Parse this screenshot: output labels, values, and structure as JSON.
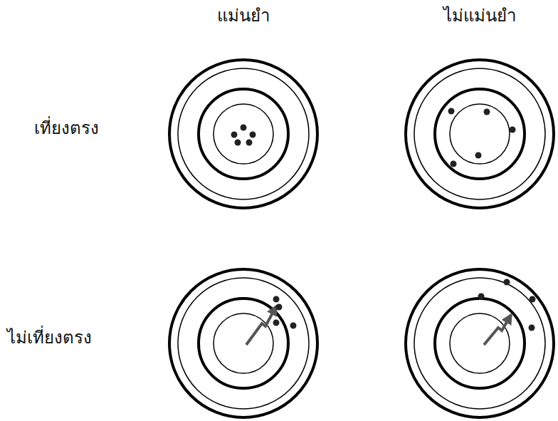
{
  "diagram": {
    "labels": [
      "แม่นยำ",
      "ไม่แม่นยำ",
      "เที่ยงตรง",
      "ไม่เที่ยงตรง"
    ]
  }
}
